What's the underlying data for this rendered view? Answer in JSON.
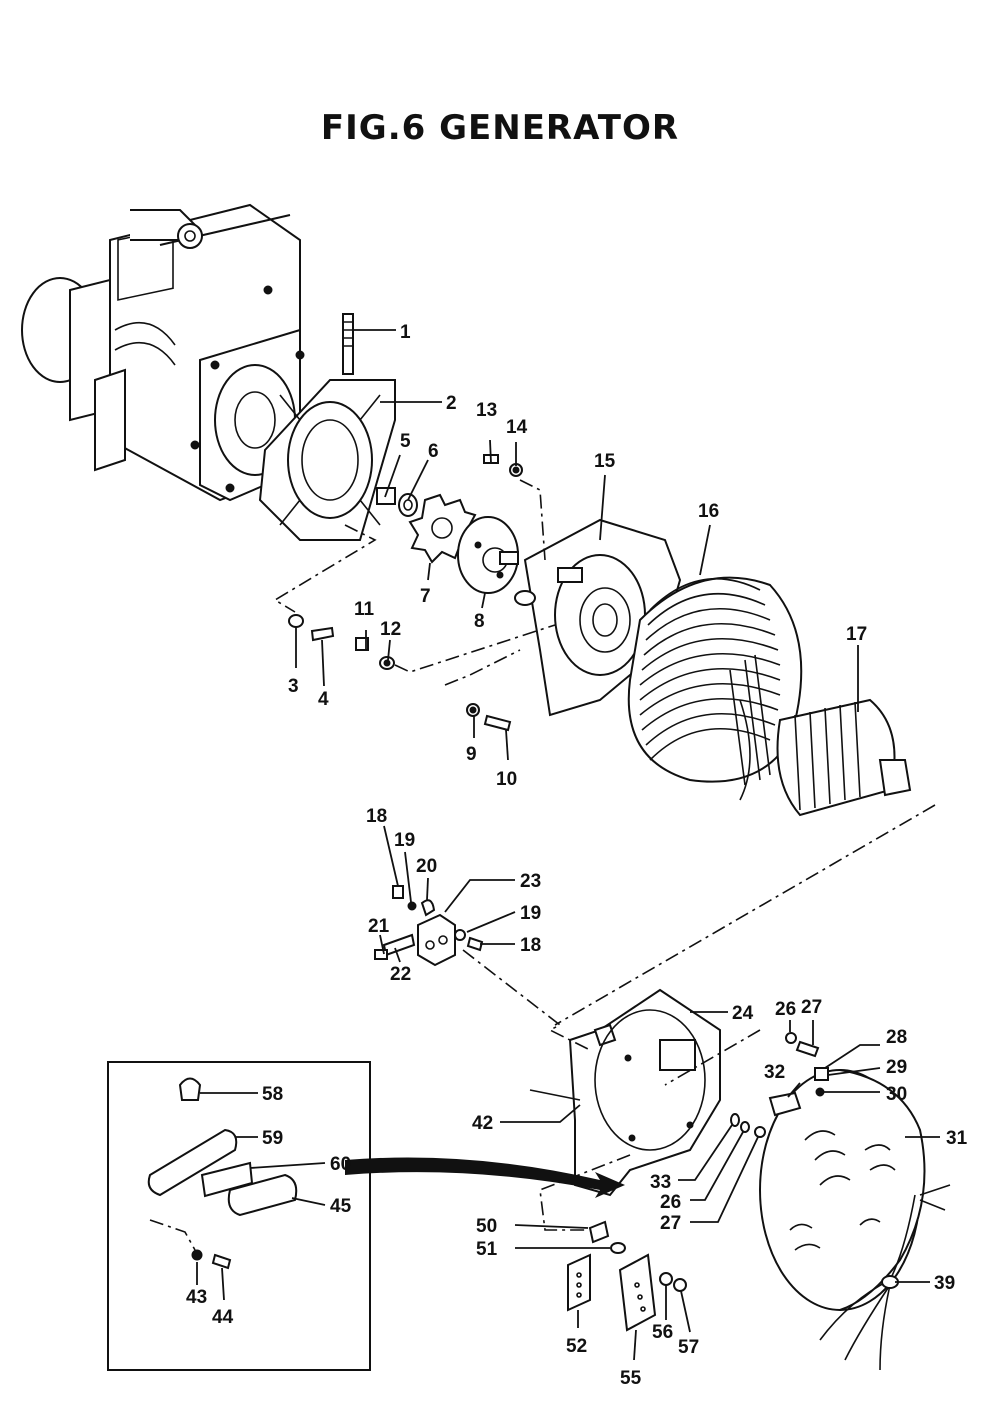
{
  "title": "FIG.6  GENERATOR",
  "callouts": [
    "1",
    "2",
    "3",
    "4",
    "5",
    "6",
    "7",
    "8",
    "9",
    "10",
    "11",
    "12",
    "13",
    "14",
    "15",
    "16",
    "17",
    "18",
    "19",
    "20",
    "23",
    "19",
    "18",
    "21",
    "22",
    "24",
    "26",
    "27",
    "28",
    "29",
    "30",
    "32",
    "31",
    "42",
    "33",
    "26",
    "27",
    "58",
    "59",
    "60",
    "45",
    "43",
    "44",
    "50",
    "51",
    "52",
    "55",
    "56",
    "57",
    "39"
  ]
}
